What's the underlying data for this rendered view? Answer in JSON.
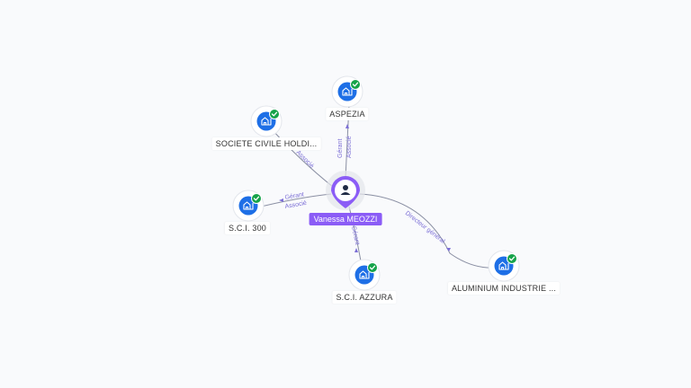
{
  "center": {
    "label": "Vanessa MEOZZI",
    "icon": "person-icon",
    "color": "#8b5cf6"
  },
  "companies": [
    {
      "id": "aspezia",
      "label": "ASPEZIA",
      "icon": "building-icon",
      "verified": true
    },
    {
      "id": "societe",
      "label": "SOCIETE CIVILE HOLDI...",
      "icon": "building-icon",
      "verified": true
    },
    {
      "id": "sci300",
      "label": "S.C.I. 300",
      "icon": "building-icon",
      "verified": true
    },
    {
      "id": "azzura",
      "label": "S.C.I. AZZURA",
      "icon": "building-icon",
      "verified": true
    },
    {
      "id": "aluminium",
      "label": "ALUMINIUM INDUSTRIE ...",
      "icon": "building-icon",
      "verified": true
    }
  ],
  "relations": [
    {
      "to": "aspezia",
      "labels": [
        "Gérant",
        "Associé"
      ]
    },
    {
      "to": "societe",
      "labels": [
        "Associé"
      ]
    },
    {
      "to": "sci300",
      "labels": [
        "Gérant",
        "Associé"
      ]
    },
    {
      "to": "azzura",
      "labels": [
        "Gérant"
      ]
    },
    {
      "to": "aluminium",
      "labels": [
        "Directeur général"
      ]
    }
  ],
  "colors": {
    "company": "#1e6fe6",
    "verified": "#16a34a",
    "edge": "#8a8fa3",
    "relation_text": "#7c6fd6"
  }
}
